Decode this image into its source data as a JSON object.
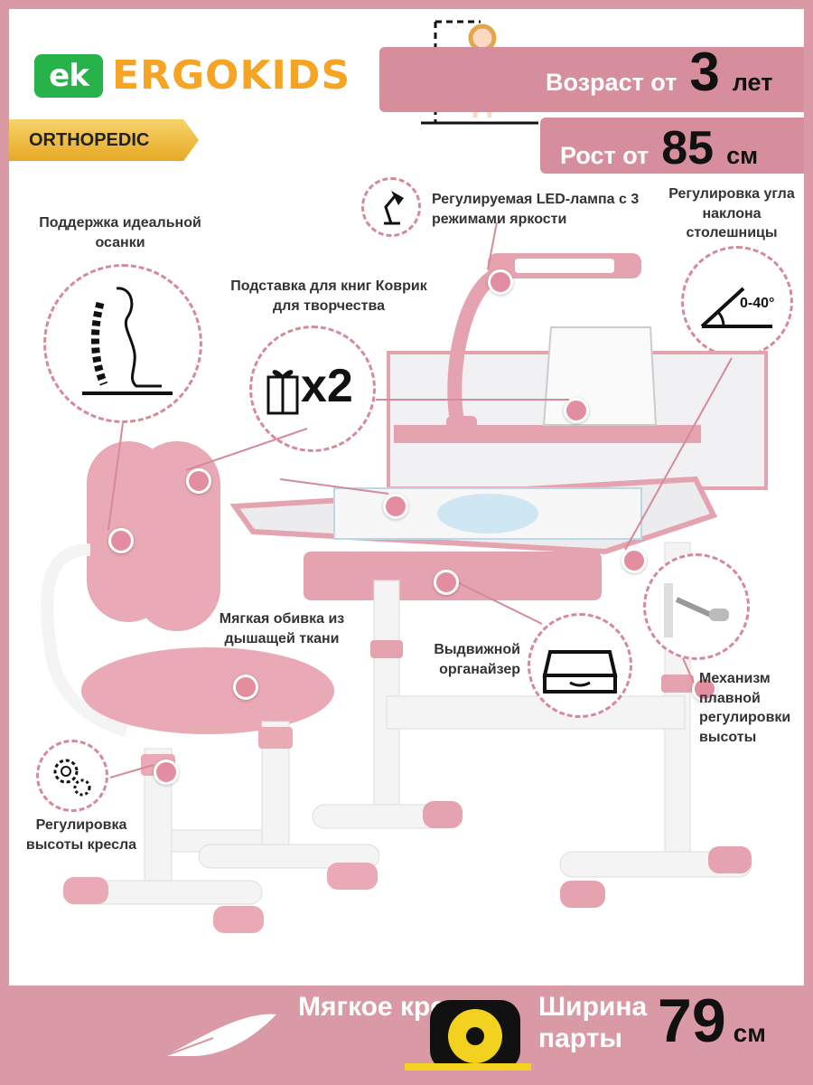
{
  "brand": {
    "logo_text": "ek",
    "name": "ERGOKIDS"
  },
  "badge": {
    "label": "ORTHOPEDIC"
  },
  "age": {
    "label": "Возраст от",
    "value": "3",
    "unit": "лет"
  },
  "height": {
    "label": "Рост от",
    "value": "85",
    "unit": "см"
  },
  "features": {
    "posture": "Поддержка идеальной осанки",
    "lamp": "Регулируемая LED-лампа с 3 режимами яркости",
    "tilt": "Регулировка угла наклона столешницы",
    "tilt_angle": "0-40°",
    "gift": "Подставка для книг Коврик для творчества",
    "gift_count": "x2",
    "upholstery": "Мягкая обивка из дышащей ткани",
    "organizer": "Выдвижной органайзер",
    "mechanism": "Механизм плавной регулировки высоты",
    "chair_height": "Регулировка высоты кресла"
  },
  "bottom": {
    "chair": "Мягкое кресло",
    "width_label": "Ширина парты",
    "width_value": "79",
    "width_unit": "см"
  },
  "colors": {
    "pink": "#d99aa6",
    "orange": "#f6a423",
    "green": "#27b34a",
    "gold": "#e7a925"
  }
}
